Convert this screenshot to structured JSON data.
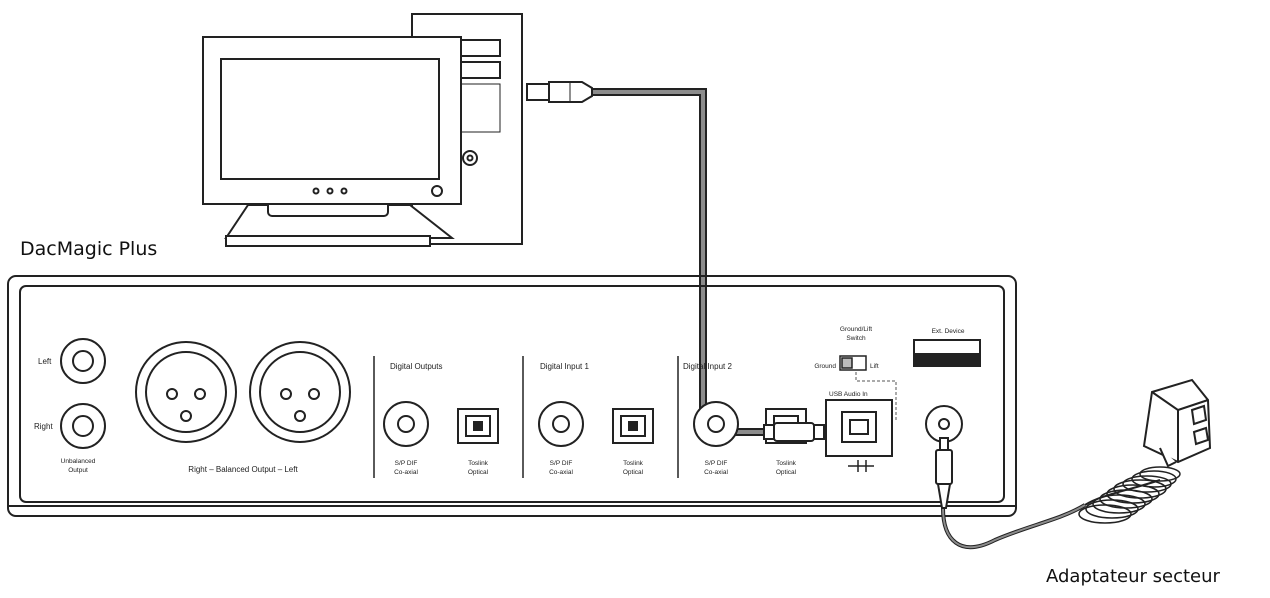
{
  "labels": {
    "device": "DacMagic Plus",
    "adapter": "Adaptateur secteur"
  },
  "panel": {
    "left": "Left",
    "right": "Right",
    "unbalanced": [
      "Unbalanced",
      "Output"
    ],
    "balanced": "Right – Balanced Output – Left",
    "digital_outputs": "Digital Outputs",
    "digital_input_1": "Digital Input 1",
    "digital_input_2": "Digital Input 2",
    "spdif": [
      "S/P DIF",
      "Co-axial"
    ],
    "toslink": [
      "Toslink",
      "Optical"
    ],
    "ground_lift": [
      "Ground/Lift",
      "Switch"
    ],
    "ground": "Ground",
    "lift": "Lift",
    "usb_audio_in": "USB Audio In",
    "ext_device": "Ext. Device"
  },
  "colors": {
    "ink": "#222222",
    "cable": "#8c8c8c",
    "background": "#ffffff"
  }
}
